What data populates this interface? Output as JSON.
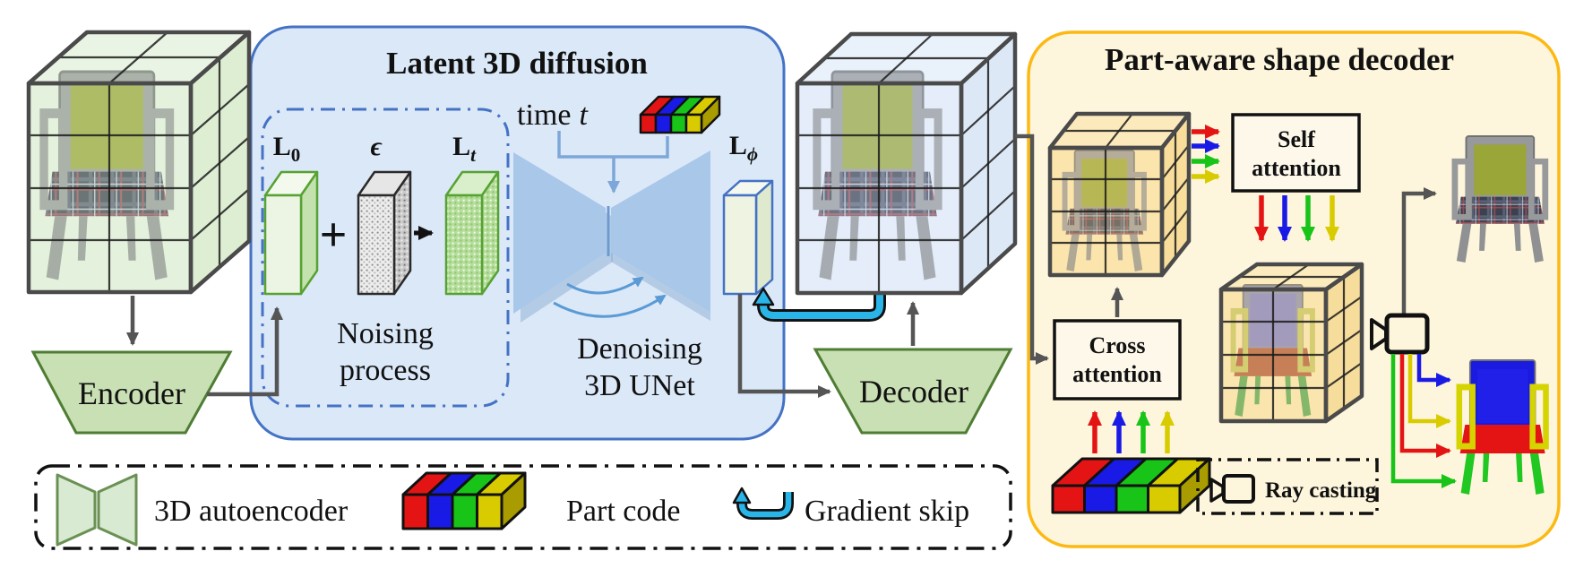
{
  "figure": {
    "encoder_label": "Encoder",
    "decoder_label": "Decoder",
    "diffusion": {
      "title": "Latent 3D diffusion",
      "latent_l0": {
        "base": "L",
        "sub": "0"
      },
      "epsilon": "ϵ",
      "latent_lt": {
        "base": "L",
        "sub": "t"
      },
      "latent_lphi": {
        "base": "L",
        "sub": "ϕ"
      },
      "plus_sign": "+",
      "noising_line1": "Noising",
      "noising_line2": "process",
      "time_label": "time",
      "time_var": "t",
      "denoising_line1": "Denoising",
      "denoising_line2": "3D UNet"
    },
    "part_decoder": {
      "title": "Part-aware shape decoder",
      "cross_attention_line1": "Cross",
      "cross_attention_line2": "attention",
      "self_attention_line1": "Self",
      "self_attention_line2": "attention",
      "ray_casting_label": "Ray casting"
    },
    "legend": {
      "autoencoder_label": "3D autoencoder",
      "part_code_label": "Part code",
      "gradient_skip_label": "Gradient skip"
    },
    "icons": {
      "camera": "video-camera-icon",
      "gradient_skip": "u-turn-arrow-icon",
      "part_code": "four-color-code-bar",
      "autoencoder": "bowtie-trapezoids-icon"
    },
    "colors": {
      "part_red": "#e51414",
      "part_blue": "#1a1ae6",
      "part_green": "#17c417",
      "part_yellow": "#d8cc00",
      "diffusion_fill": "#dbe8f8",
      "diffusion_border": "#4472c4",
      "decoder_box_fill": "#fdf5dc",
      "decoder_box_border": "#fdb913",
      "coder_fill": "#c9e0b4",
      "coder_border": "#4e7d33",
      "unet_fill": "#a9c7e9",
      "gradient_skip_cyan": "#29b5e8",
      "latent_green_border": "#56a232"
    }
  }
}
